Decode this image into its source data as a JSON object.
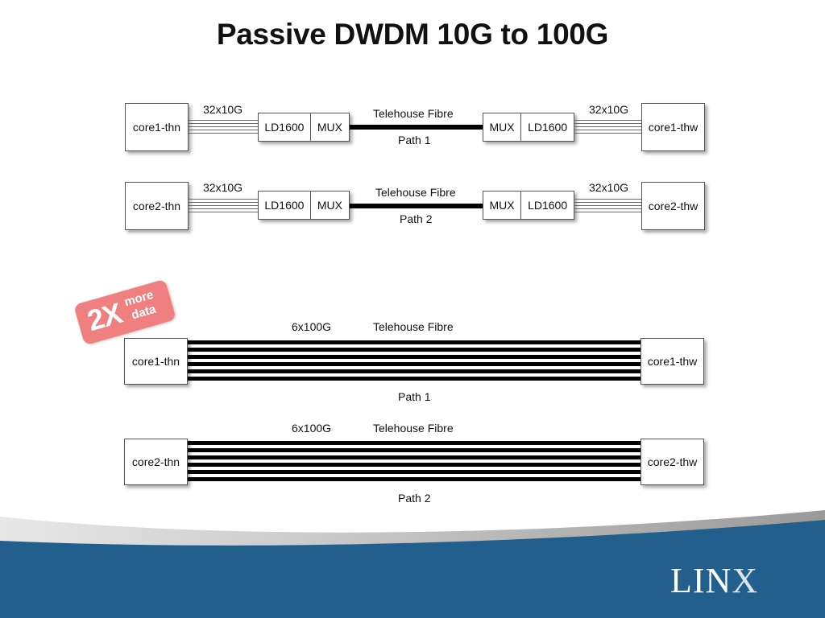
{
  "title": "Passive DWDM 10G to 100G",
  "diagram_top": {
    "row1": {
      "left_router": "core1-thn",
      "right_router": "core1-thw",
      "left_link_label": "32x10G",
      "right_link_label": "32x10G",
      "left_device": {
        "a": "LD1600",
        "b": "MUX"
      },
      "right_device": {
        "a": "MUX",
        "b": "LD1600"
      },
      "fibre_label": "Telehouse Fibre",
      "path_label": "Path 1"
    },
    "row2": {
      "left_router": "core2-thn",
      "right_router": "core2-thw",
      "left_link_label": "32x10G",
      "right_link_label": "32x10G",
      "left_device": {
        "a": "LD1600",
        "b": "MUX"
      },
      "right_device": {
        "a": "MUX",
        "b": "LD1600"
      },
      "fibre_label": "Telehouse Fibre",
      "path_label": "Path 2"
    }
  },
  "badge": {
    "big": "2X",
    "line1": "more",
    "line2": "data"
  },
  "diagram_bottom": {
    "row1": {
      "left_router": "core1-thn",
      "right_router": "core1-thw",
      "link_label": "6x100G",
      "fibre_label": "Telehouse Fibre",
      "path_label": "Path 1"
    },
    "row2": {
      "left_router": "core2-thn",
      "right_router": "core2-thw",
      "link_label": "6x100G",
      "fibre_label": "Telehouse Fibre",
      "path_label": "Path 2"
    }
  },
  "logo": {
    "text": "LIN",
    "x": "X"
  },
  "colors": {
    "footer_blue": "#235f8c",
    "badge": "#f08080"
  }
}
